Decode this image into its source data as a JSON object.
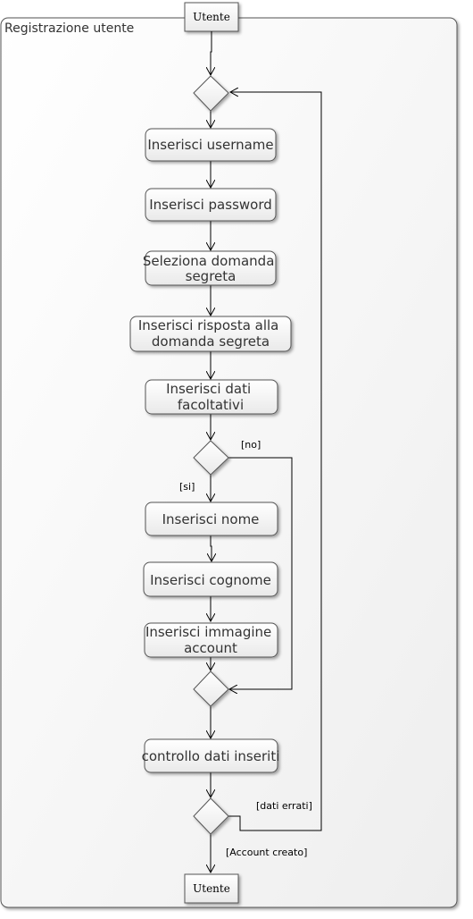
{
  "swimlane": {
    "title": "Registrazione utente"
  },
  "actors": {
    "top": "Utente",
    "bottom": "Utente"
  },
  "actions": {
    "username": [
      "Inserisci username"
    ],
    "password": [
      "Inserisci password"
    ],
    "domanda": [
      "Seleziona domanda",
      "segreta"
    ],
    "risposta": [
      "Inserisci risposta alla",
      "domanda segreta"
    ],
    "facoltativi": [
      "Inserisci dati",
      "facoltativi"
    ],
    "nome": [
      "Inserisci nome"
    ],
    "cognome": [
      "Inserisci cognome"
    ],
    "immagine": [
      "Inserisci immagine",
      "account"
    ],
    "controllo": [
      "controllo dati inseriti"
    ]
  },
  "guards": {
    "no": "[no]",
    "si": "[si]",
    "dati_errati": "[dati errati]",
    "account_creato": "[Account creato]"
  }
}
